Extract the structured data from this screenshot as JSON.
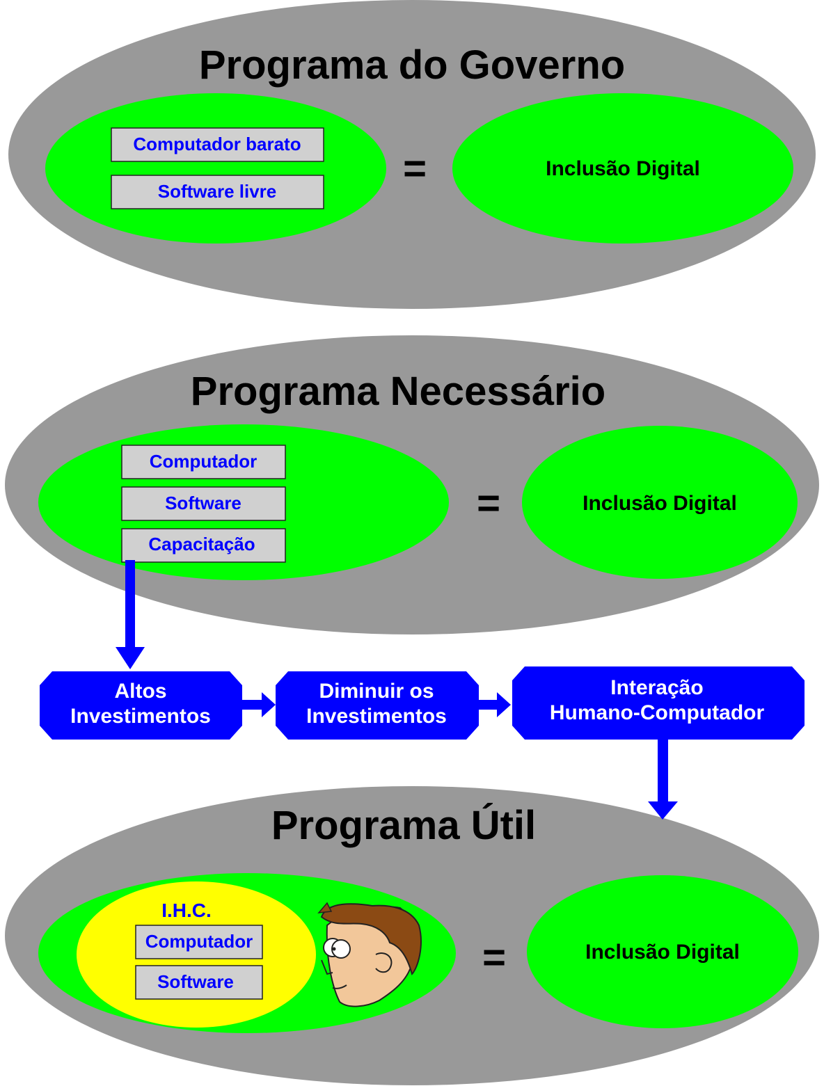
{
  "colors": {
    "outer_ellipse": "#999999",
    "inner_ellipse": "#00ff00",
    "ihc_ellipse": "#ffff00",
    "box_fill": "#d0d0d0",
    "box_text": "#0000ff",
    "flow_fill": "#0000ff",
    "flow_text": "#ffffff"
  },
  "section1": {
    "title": "Programa do Governo",
    "items": [
      "Computador barato",
      "Software livre"
    ],
    "equals": "=",
    "result": "Inclusão Digital"
  },
  "section2": {
    "title": "Programa Necessário",
    "items": [
      "Computador",
      "Software",
      "Capacitação"
    ],
    "equals": "=",
    "result": "Inclusão Digital"
  },
  "flow": {
    "steps": [
      {
        "line1": "Altos",
        "line2": "Investimentos"
      },
      {
        "line1": "Diminuir os",
        "line2": "Investimentos"
      },
      {
        "line1": "Interação",
        "line2": "Humano-Computador"
      }
    ]
  },
  "section3": {
    "title": "Programa Útil",
    "ihc_label": "I.H.C.",
    "items": [
      "Computador",
      "Software"
    ],
    "equals": "=",
    "result": "Inclusão Digital",
    "person_icon": "person-face-icon"
  }
}
